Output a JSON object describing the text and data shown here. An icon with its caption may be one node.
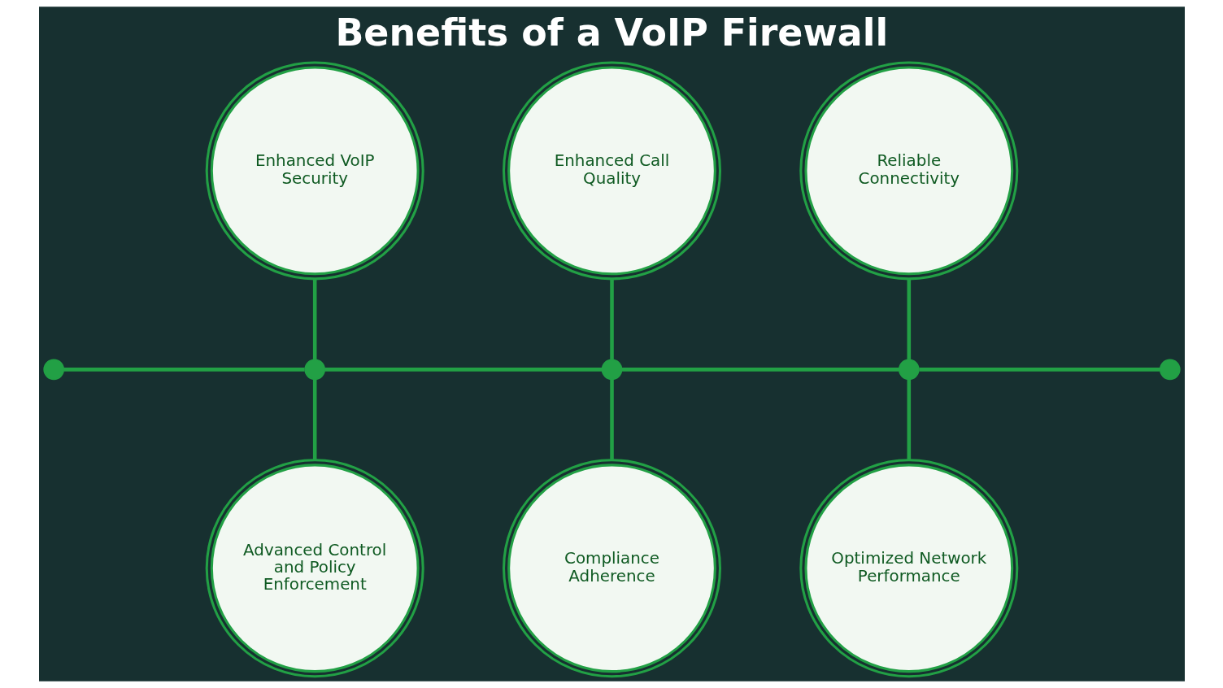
{
  "diagram": {
    "title": "Benefits of a VoIP Firewall",
    "nodes": [
      {
        "text": [
          "Enhanced VoIP Security"
        ]
      },
      {
        "text": [
          "Enhanced Call Quality"
        ]
      },
      {
        "text": [
          "Reliable Connectivity"
        ]
      },
      {
        "text": [],
        "shape": "circle"
      },
      {
        "text": [],
        "shape": "circle"
      },
      {
        "text": [],
        "shape": "circle"
      },
      {
        "text": [],
        "shape": "circle"
      },
      {
        "text": [],
        "shape": "circle"
      },
      {
        "text": [
          "Advanced Control and Policy Enforcement"
        ]
      },
      {
        "text": [
          "Compliance Adherence"
        ]
      },
      {
        "text": [
          "Optimized Network Performance"
        ]
      }
    ],
    "edges": [
      {
        "from": 3,
        "to": 4,
        "arrow": "none"
      },
      {
        "from": 4,
        "to": 5,
        "arrow": "none"
      },
      {
        "from": 5,
        "to": 6,
        "arrow": "none"
      },
      {
        "from": 6,
        "to": 7,
        "arrow": "none"
      },
      {
        "from": 0,
        "to": 4,
        "arrow": "none"
      },
      {
        "from": 1,
        "to": 5,
        "arrow": "none"
      },
      {
        "from": 2,
        "to": 6,
        "arrow": "none"
      },
      {
        "from": 4,
        "to": 8,
        "arrow": "none"
      },
      {
        "from": 5,
        "to": 9,
        "arrow": "none"
      },
      {
        "from": 6,
        "to": 10,
        "arrow": "none"
      }
    ]
  }
}
